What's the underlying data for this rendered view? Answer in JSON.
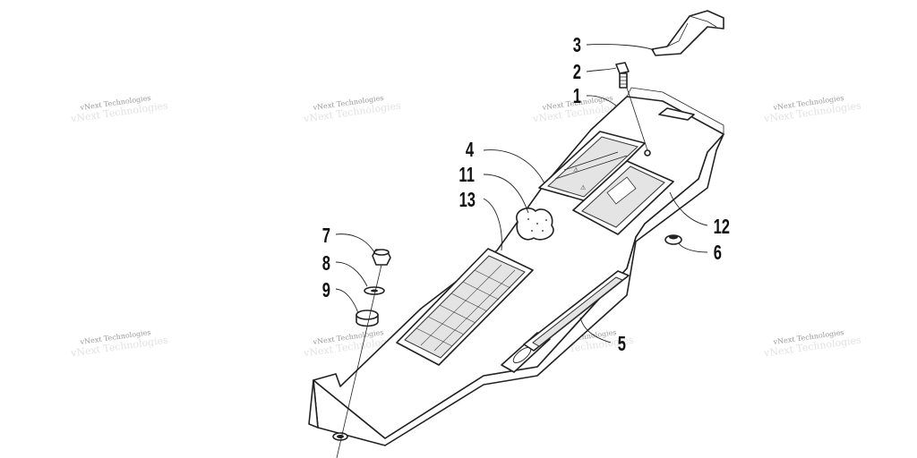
{
  "watermark": {
    "text": "vNext Technologies"
  },
  "callouts": [
    {
      "id": "1",
      "label": "1"
    },
    {
      "id": "2",
      "label": "2"
    },
    {
      "id": "3",
      "label": "3"
    },
    {
      "id": "4",
      "label": "4"
    },
    {
      "id": "5",
      "label": "5"
    },
    {
      "id": "6",
      "label": "6"
    },
    {
      "id": "7",
      "label": "7"
    },
    {
      "id": "8",
      "label": "8"
    },
    {
      "id": "9",
      "label": "9"
    },
    {
      "id": "11",
      "label": "11"
    },
    {
      "id": "12",
      "label": "12"
    },
    {
      "id": "13",
      "label": "13"
    }
  ]
}
